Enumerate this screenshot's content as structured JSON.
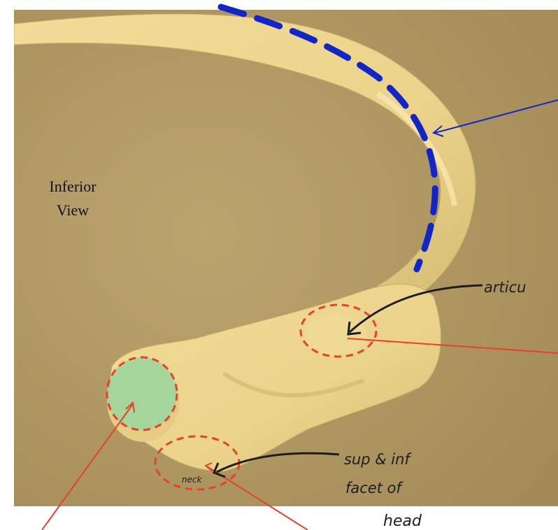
{
  "caption": {
    "line1": "Inferior",
    "line2": "View"
  },
  "handwritten": {
    "right_label_partial": "articu",
    "note_line1": "sup & inf",
    "note_line2": "facet of",
    "note_line3": "head",
    "small_note": "neck"
  },
  "colors": {
    "background": "#b39b64",
    "bone": "#ecd48c",
    "blue_marker": "#1226c8",
    "red_marker": "#e8402a",
    "facet_highlight": "#8fd7a3",
    "ink": "#1d1d1d"
  }
}
